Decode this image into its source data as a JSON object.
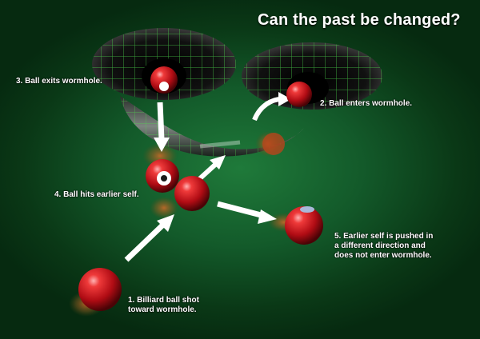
{
  "title": "Can the past be changed?",
  "steps": [
    {
      "number": "1",
      "text": "1. Billiard ball shot\ntoward wormhole."
    },
    {
      "number": "2",
      "text": "2. Ball enters wormhole."
    },
    {
      "number": "3",
      "text": "3. Ball exits wormhole."
    },
    {
      "number": "4",
      "text": "4. Ball hits earlier self."
    },
    {
      "number": "5",
      "text": "5. Earlier self is pushed in\na different direction and\ndoes not enter wormhole."
    }
  ],
  "colors": {
    "felt": "#1f7a3a",
    "ball": "#c8131b",
    "grid": "#4cd94c",
    "arrow": "#ffffff"
  },
  "icons": [
    "billiard-ball-icon",
    "arrow-icon",
    "wormhole-icon"
  ]
}
